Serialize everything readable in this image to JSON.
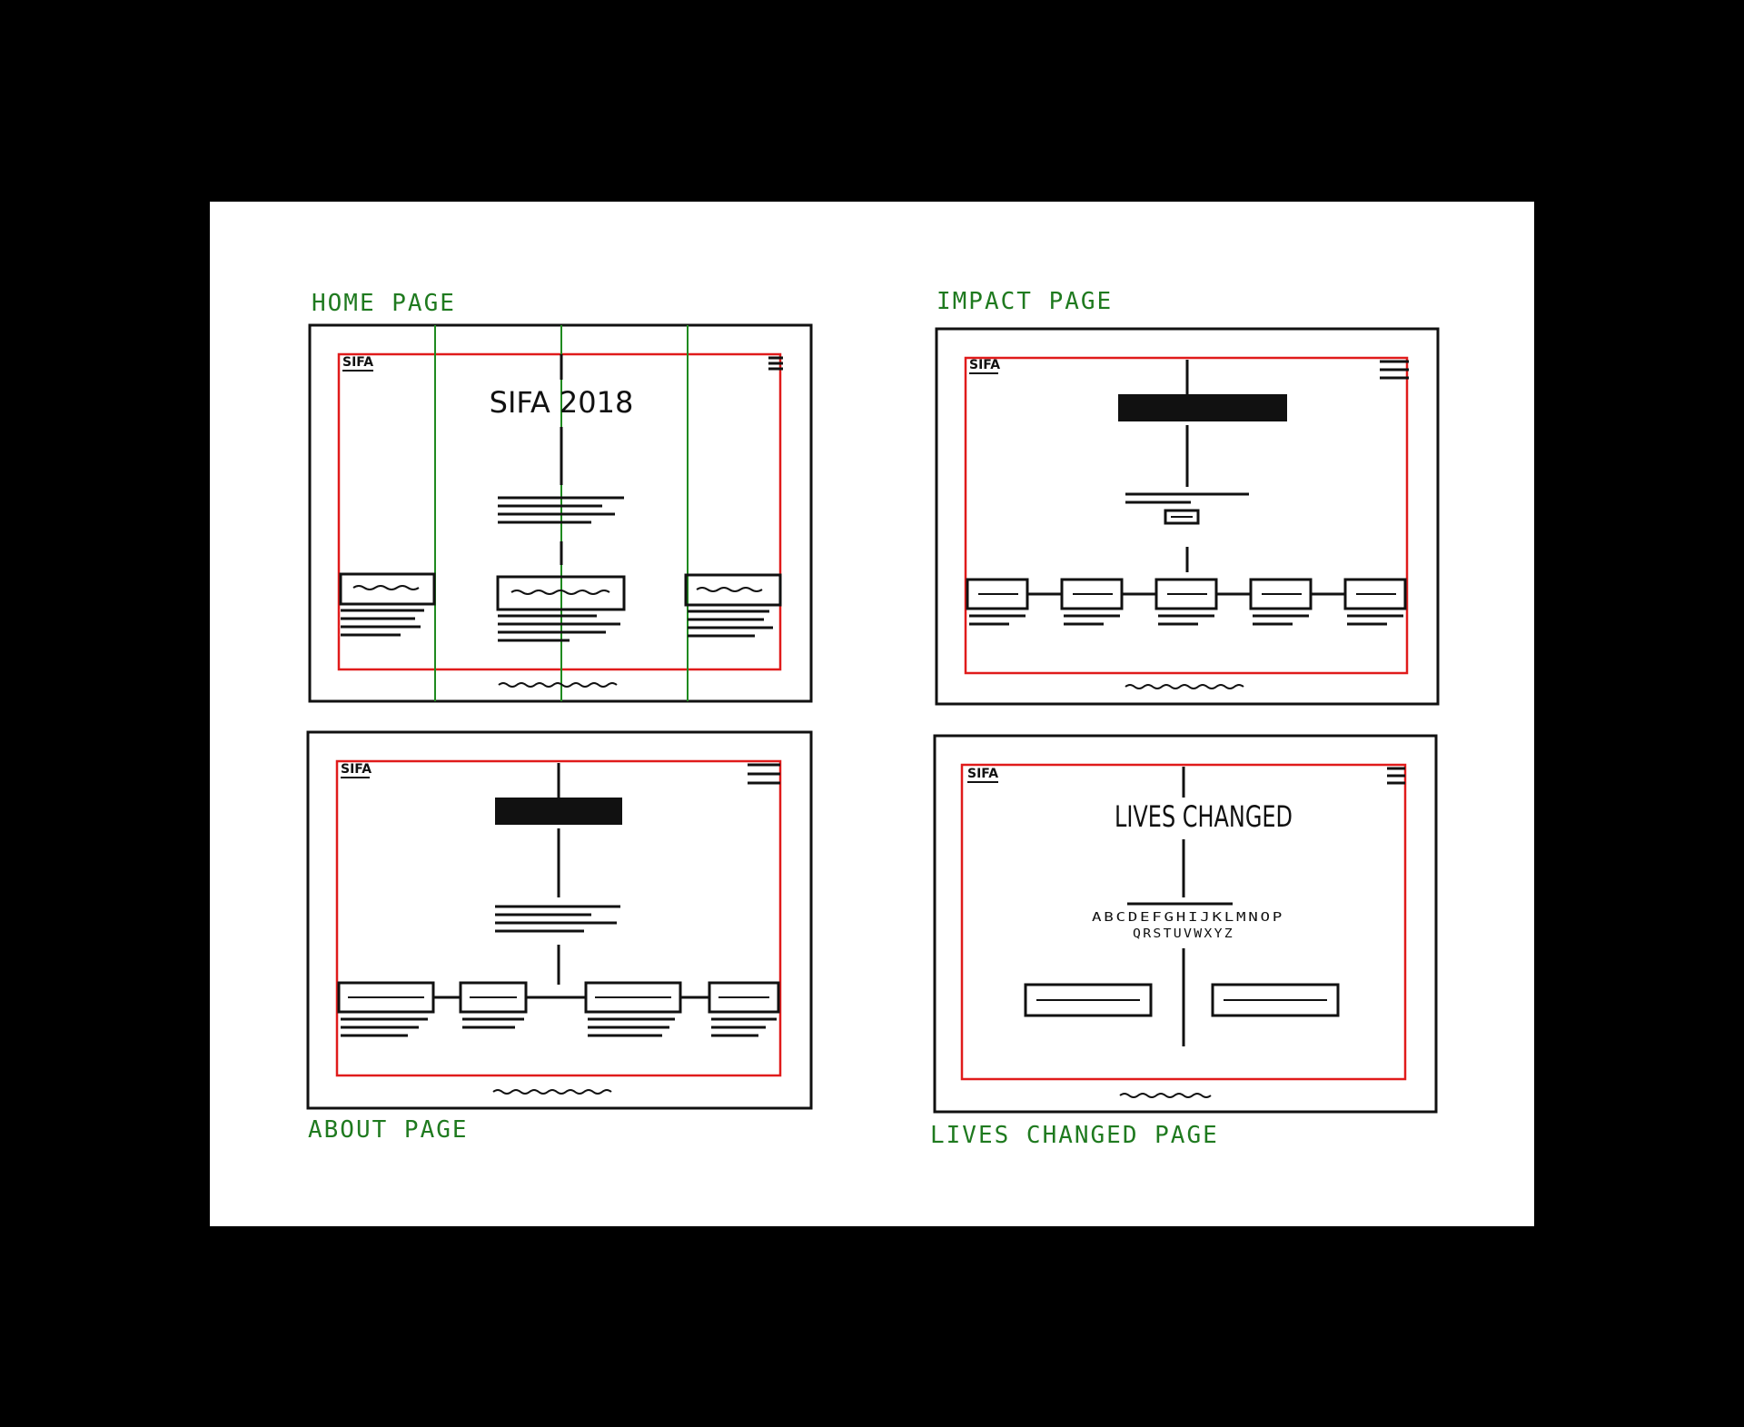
{
  "labels": {
    "home": "HOME PAGE",
    "impact": "IMPACT PAGE",
    "about": "ABOUT PAGE",
    "lives": "LIVES CHANGED PAGE"
  },
  "home": {
    "logo": "SIFA",
    "title": "SIFA 2018"
  },
  "impact": {
    "logo": "SIFA"
  },
  "about": {
    "logo": "SIFA"
  },
  "lives": {
    "logo": "SIFA",
    "title": "LIVES CHANGED",
    "alphabet_line1": "ABCDEFGHIJKLMNOP",
    "alphabet_line2": "QRSTUVWXYZ"
  },
  "colors": {
    "paper": "#ffffff",
    "background": "#000000",
    "ink": "#111111",
    "label_green": "#1f7a1f",
    "margin_red": "#e01b1b",
    "grid_green": "#1f8a1f"
  }
}
